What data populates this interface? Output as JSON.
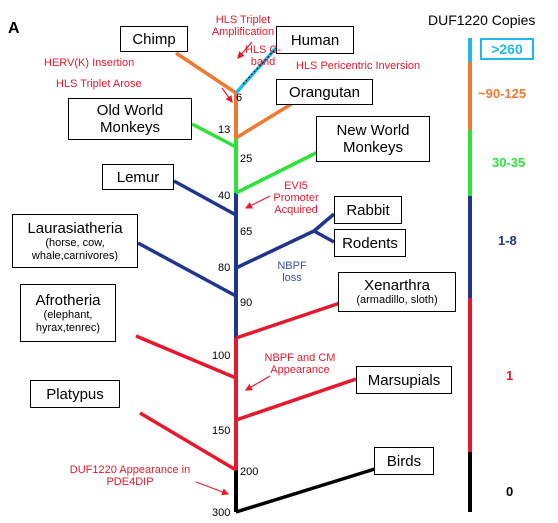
{
  "panel_label": "A",
  "legend_title": "DUF1220 Copies",
  "copies": {
    "c1": ">260",
    "c2": "~90-125",
    "c3": "30-35",
    "c4": "1-8",
    "c5": "1",
    "c6": "0"
  },
  "colors": {
    "cyan": "#21b7e8",
    "orange": "#f07830",
    "green": "#2ee23a",
    "navy": "#1f3590",
    "red": "#e8182c",
    "black": "#000000"
  },
  "taxa": {
    "chimp": "Chimp",
    "human": "Human",
    "orangutan": "Orangutan",
    "old_world": "Old World Monkeys",
    "new_world": "New World Monkeys",
    "lemur": "Lemur",
    "laurasiatheria": "Laurasiatheria",
    "laurasiatheria_sub": "(horse, cow, whale,carnivores)",
    "rabbit": "Rabbit",
    "rodents": "Rodents",
    "xenarthra": "Xenarthra",
    "xenarthra_sub": "(armadillo, sloth)",
    "afrotheria": "Afrotheria",
    "afrotheria_sub": "(elephant, hyrax,tenrec)",
    "marsupials": "Marsupials",
    "platypus": "Platypus",
    "birds": "Birds"
  },
  "ticks": {
    "t6": "6",
    "t13": "13",
    "t25": "25",
    "t40": "40",
    "t65": "65",
    "t80": "80",
    "t90": "90",
    "t100": "100",
    "t150": "150",
    "t200": "200",
    "t300": "300"
  },
  "events": {
    "hls_amp": "HLS Triplet Amplification",
    "hls_cband": "HLS C-band",
    "herv": "HERV(K) Insertion",
    "hls_arose": "HLS Triplet Arose",
    "hls_peri": "HLS Pericentric Inversion",
    "evi5": "EVI5 Promoter Acquired",
    "nbpf_loss": "NBPF loss",
    "nbpf_cm": "NBPF and CM Appearance",
    "duf_appear": "DUF1220 Appearance in PDE4DIP"
  }
}
